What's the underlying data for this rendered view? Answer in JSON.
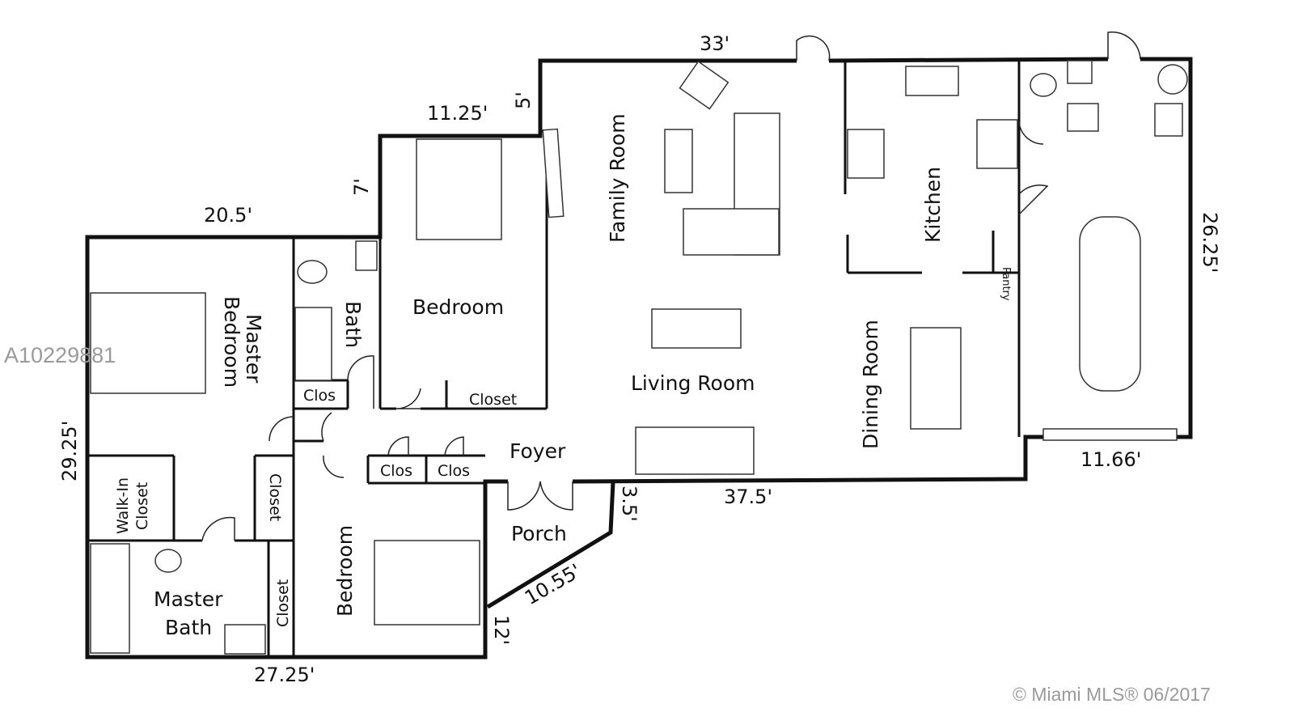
{
  "rooms": {
    "family_room": "Family Room",
    "kitchen": "Kitchen",
    "pantry": "Pantry",
    "bedroom_top": "Bedroom",
    "master_bedroom_line1": "Master",
    "master_bedroom_line2": "Bedroom",
    "bath": "Bath",
    "clos_bath": "Clos",
    "closet_bedroom": "Closet",
    "living_room": "Living Room",
    "dining_room": "Dining Room",
    "foyer": "Foyer",
    "clos_hall_1": "Clos",
    "clos_hall_2": "Clos",
    "porch": "Porch",
    "walk_in_closet_line1": "Walk-In",
    "walk_in_closet_line2": "Closet",
    "closet_master": "Closet",
    "closet_bedroom_bottom": "Closet",
    "bedroom_bottom": "Bedroom",
    "master_bath_line1": "Master",
    "master_bath_line2": "Bath"
  },
  "dimensions": {
    "top": "33'",
    "step_5": "5'",
    "bedroom_top": "11.25'",
    "step_7": "7'",
    "master_top": "20.5'",
    "garage_side": "26.25'",
    "garage_bottom": "11.66'",
    "front": "37.5'",
    "porch_side": "3.5'",
    "porch_diag": "10.55'",
    "porch_12": "12'",
    "bottom": "27.25'",
    "left": "29.25'"
  },
  "watermarks": {
    "listing_id": "A10229881",
    "copyright": "© Miami MLS® 06/2017"
  }
}
